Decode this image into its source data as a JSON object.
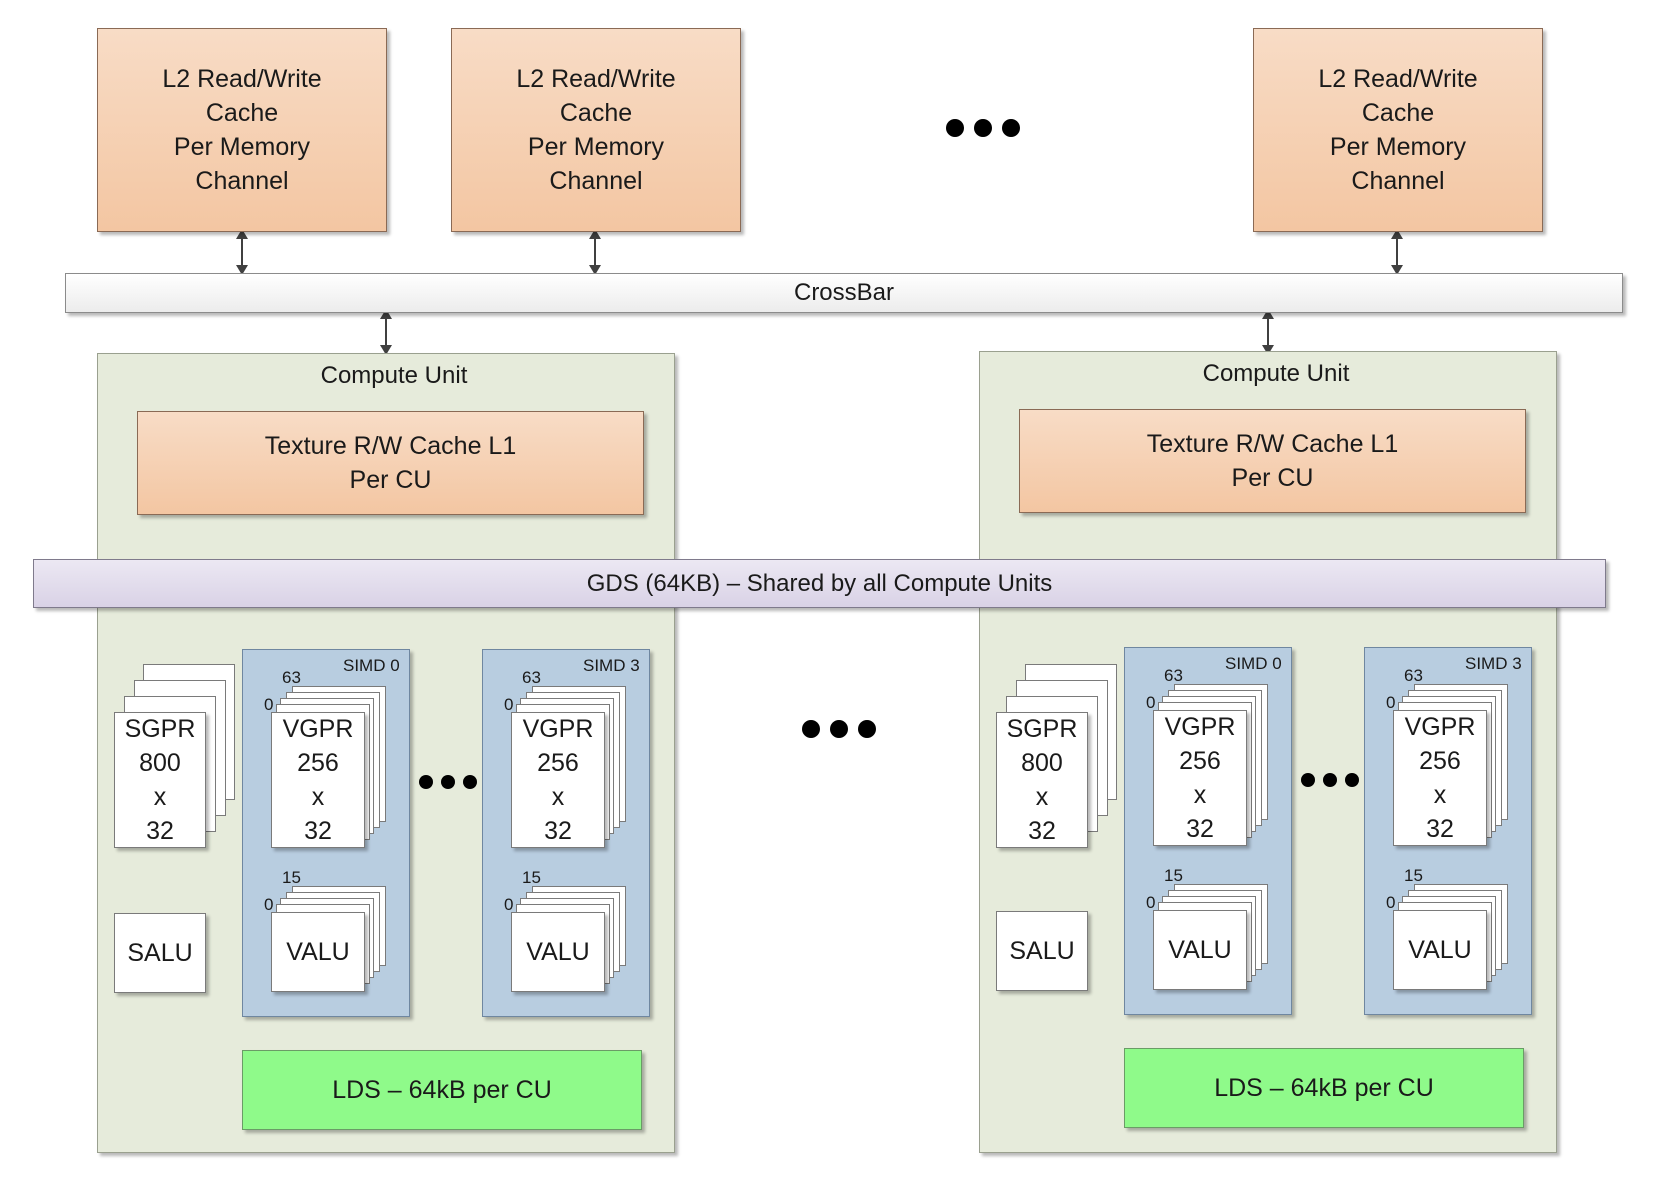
{
  "l2_caches": [
    {
      "label": "L2 Read/Write\nCache\nPer Memory\nChannel"
    },
    {
      "label": "L2 Read/Write\nCache\nPer Memory\nChannel"
    },
    {
      "label": "L2 Read/Write\nCache\nPer Memory\nChannel"
    }
  ],
  "crossbar": {
    "label": "CrossBar"
  },
  "gds": {
    "label": "GDS (64KB) – Shared by all Compute Units"
  },
  "compute_units": [
    {
      "title": "Compute Unit",
      "texture_cache": "Texture R/W Cache L1\nPer CU",
      "sgpr": "SGPR\n800\nx\n32",
      "salu": "SALU",
      "lds": "LDS – 64kB per CU",
      "simds": [
        {
          "name": "SIMD 0",
          "vgpr": "VGPR\n256\nx\n32",
          "vgpr_top": "63",
          "vgpr_bottom": "0",
          "valu": "VALU",
          "valu_top": "15",
          "valu_bottom": "0"
        },
        {
          "name": "SIMD 3",
          "vgpr": "VGPR\n256\nx\n32",
          "vgpr_top": "63",
          "vgpr_bottom": "0",
          "valu": "VALU",
          "valu_top": "15",
          "valu_bottom": "0"
        }
      ]
    },
    {
      "title": "Compute Unit",
      "texture_cache": "Texture R/W Cache L1\nPer CU",
      "sgpr": "SGPR\n800\nx\n32",
      "salu": "SALU",
      "lds": "LDS – 64kB per CU",
      "simds": [
        {
          "name": "SIMD 0",
          "vgpr": "VGPR\n256\nx\n32",
          "vgpr_top": "63",
          "vgpr_bottom": "0",
          "valu": "VALU",
          "valu_top": "15",
          "valu_bottom": "0"
        },
        {
          "name": "SIMD 3",
          "vgpr": "VGPR\n256\nx\n32",
          "vgpr_top": "63",
          "vgpr_bottom": "0",
          "valu": "VALU",
          "valu_top": "15",
          "valu_bottom": "0"
        }
      ]
    }
  ],
  "colors": {
    "cache_fill": "#f3c6a2",
    "compute_unit_fill": "#e6ebdb",
    "simd_fill": "#b8cde0",
    "lds_fill": "#8ffa8a",
    "gds_fill": "#d9d2e6"
  }
}
